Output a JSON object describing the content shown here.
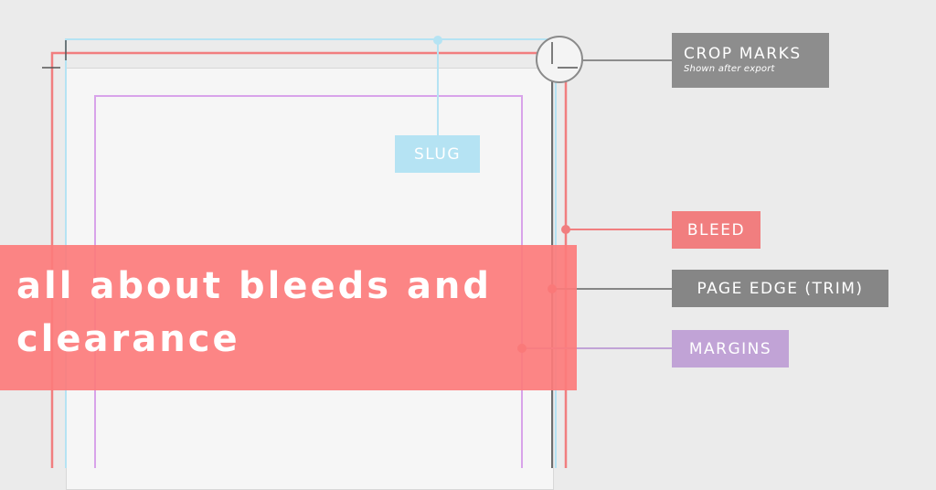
{
  "banner": {
    "line1": "all about bleeds and",
    "line2": "clearance"
  },
  "labels": {
    "crop_marks_title": "CROP MARKS",
    "crop_marks_subtitle": "Shown after export",
    "slug": "SLUG",
    "bleed": "BLEED",
    "page_edge": "PAGE EDGE (TRIM)",
    "margins": "MARGINS"
  },
  "colors": {
    "background": "#ebebeb",
    "slug": "#b5e3f3",
    "bleed": "#f17e7f",
    "trim": "#868686",
    "margins": "#c1a3d6",
    "crop_marks": "#8d8d8d",
    "banner": "#fc7b7b"
  }
}
